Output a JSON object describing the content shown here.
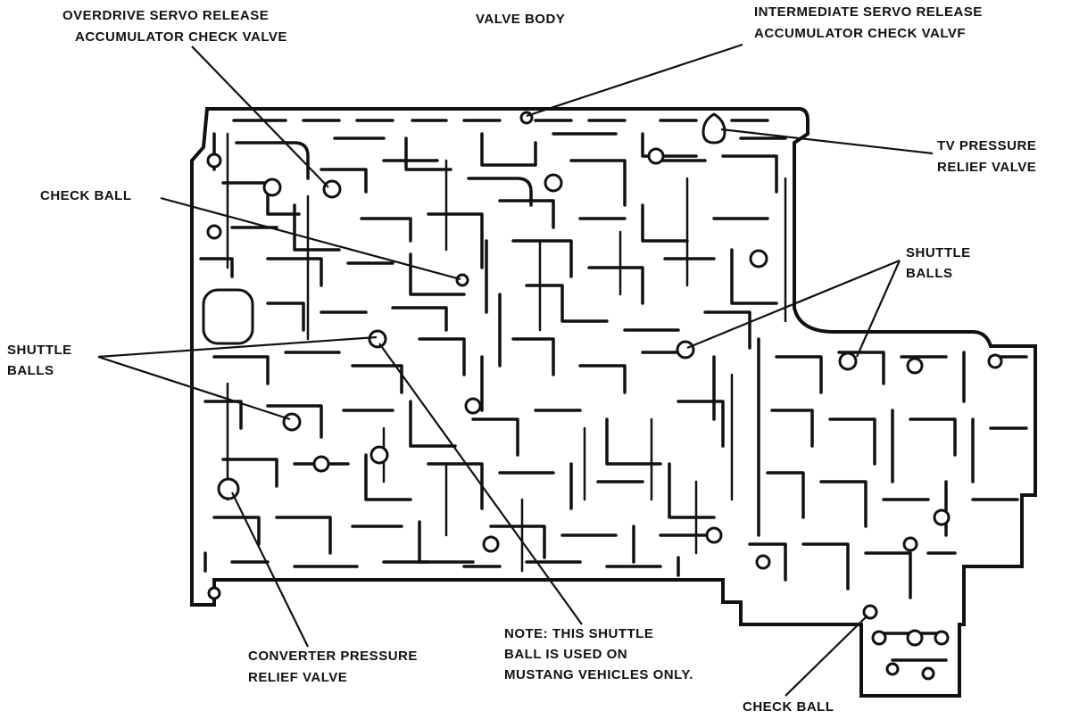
{
  "title": "VALVE BODY",
  "labels": {
    "overdrive_servo": [
      "OVERDRIVE SERVO RELEASE",
      "ACCUMULATOR CHECK VALVE"
    ],
    "intermediate_servo": [
      "INTERMEDIATE SERVO RELEASE",
      "ACCUMULATOR CHECK VALVF"
    ],
    "tv_pressure": [
      "TV PRESSURE",
      "RELIEF VALVE"
    ],
    "check_ball_left": "CHECK BALL",
    "shuttle_balls_right": [
      "SHUTTLE",
      "BALLS"
    ],
    "shuttle_balls_left": [
      "SHUTTLE",
      "BALLS"
    ],
    "converter_pressure": [
      "CONVERTER PRESSURE",
      "RELIEF VALVE"
    ],
    "note": [
      "NOTE: THIS SHUTTLE",
      "BALL IS USED ON",
      "MUSTANG VEHICLES ONLY."
    ],
    "check_ball_bottom": "CHECK BALL"
  },
  "colors": {
    "ink": "#111111",
    "paper": "#ffffff"
  }
}
